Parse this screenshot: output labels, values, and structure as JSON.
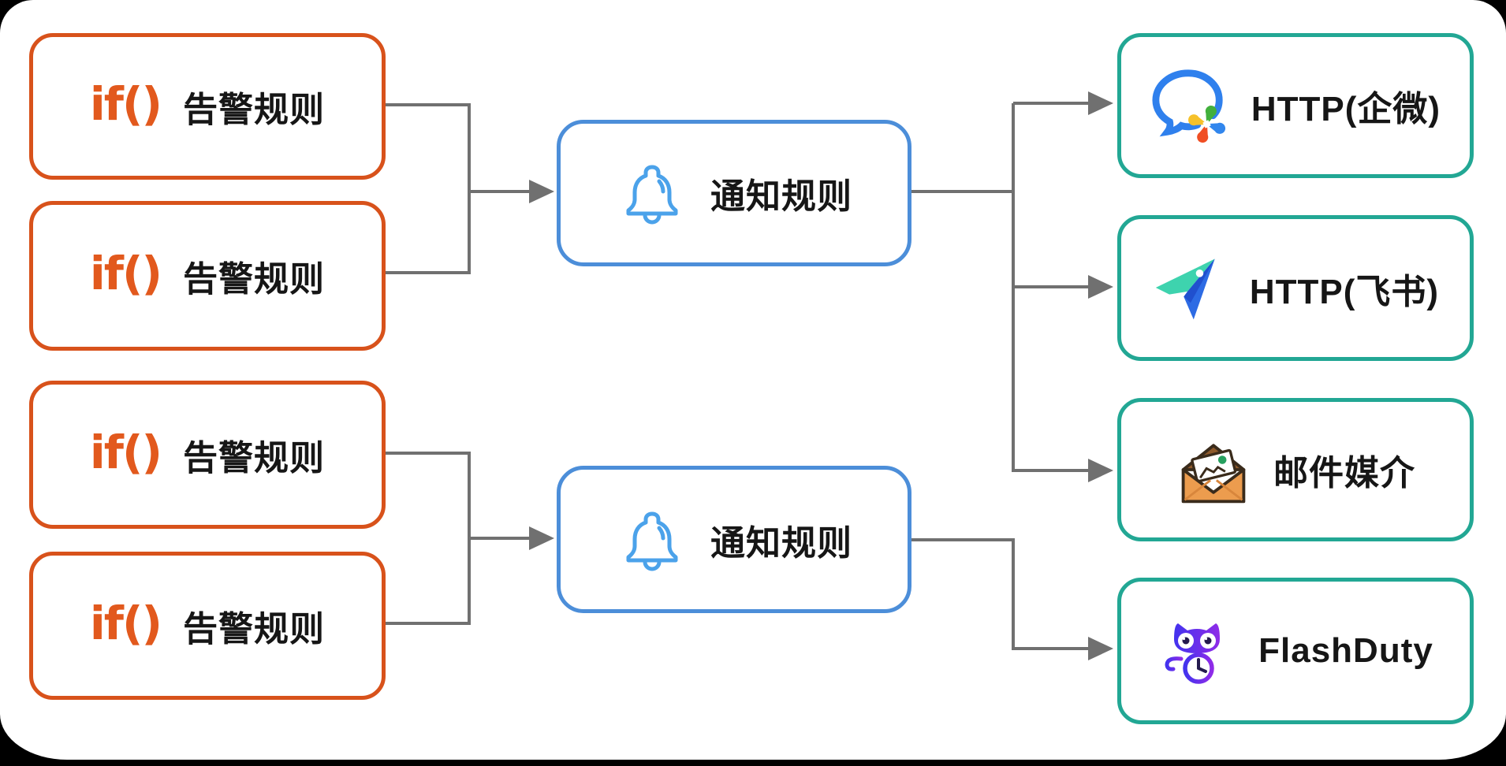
{
  "diagram": {
    "title_context": "alerting notification flow diagram",
    "alert_rules": [
      {
        "logo": "if()",
        "label": "告警规则"
      },
      {
        "logo": "if()",
        "label": "告警规则"
      },
      {
        "logo": "if()",
        "label": "告警规则"
      },
      {
        "logo": "if()",
        "label": "告警规则"
      }
    ],
    "notify_rules": [
      {
        "label": "通知规则"
      },
      {
        "label": "通知规则"
      }
    ],
    "channels": [
      {
        "label": "HTTP(企微)",
        "icon": "wecom-icon"
      },
      {
        "label": "HTTP(飞书)",
        "icon": "feishu-icon"
      },
      {
        "label": "邮件媒介",
        "icon": "email-icon"
      },
      {
        "label": "FlashDuty",
        "icon": "flashduty-icon"
      }
    ],
    "icons": {
      "alert": "if-function-icon",
      "notify": "bell-icon"
    },
    "colors": {
      "alert_border": "#D8521B",
      "notify_border": "#4C8ED9",
      "channel_border": "#22A794",
      "connector": "#707070",
      "if_logo": "#E2591D",
      "bell_stroke": "#4BA2EA",
      "surface": "#FFFFFF",
      "outside": "#000000"
    },
    "edges": [
      "alert_rules.0 -> notify_rules.0",
      "alert_rules.1 -> notify_rules.0",
      "alert_rules.2 -> notify_rules.1",
      "alert_rules.3 -> notify_rules.1",
      "notify_rules.0 -> channels.0",
      "notify_rules.0 -> channels.1",
      "notify_rules.0 -> channels.2",
      "notify_rules.1 -> channels.3"
    ]
  }
}
